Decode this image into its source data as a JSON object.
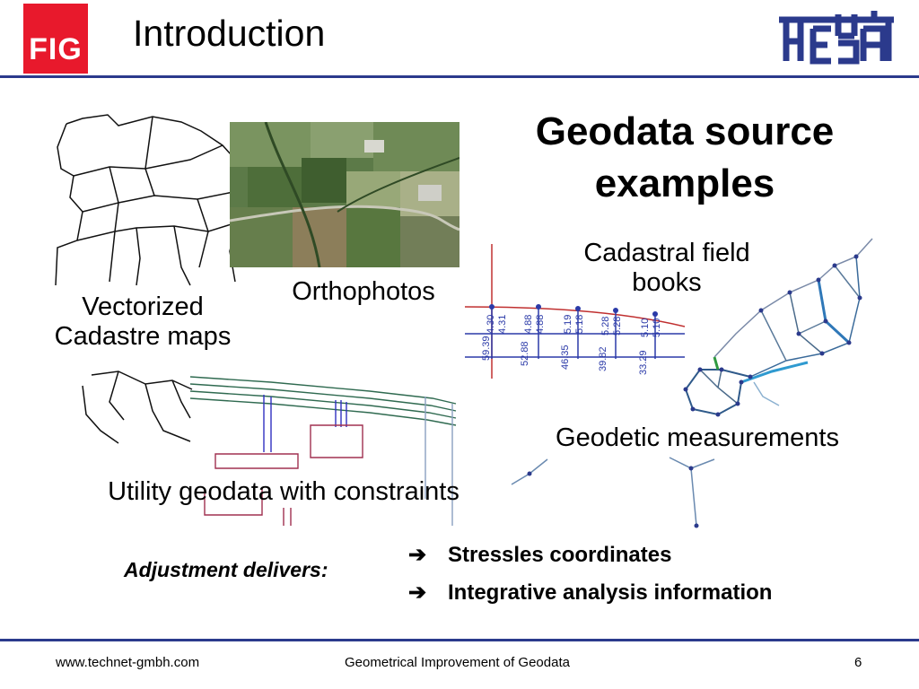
{
  "header": {
    "logo_left": "FIG",
    "title": "Introduction",
    "logo_right_name": "technet-logo"
  },
  "slide": {
    "heading": "Geodata source examples",
    "labels": {
      "cadastre": "Vectorized Cadastre maps",
      "orthophotos": "Orthophotos",
      "field_books": "Cadastral field books",
      "geodetic": "Geodetic measurements",
      "utility": "Utility geodata with constraints"
    },
    "field_book_values": {
      "top": [
        "4.30",
        "4.31",
        "4.88",
        "4.88",
        "5.19",
        "5.18",
        "5.28",
        "5.28",
        "5.10",
        "5.10"
      ],
      "bottom": [
        "59.39",
        "52.88",
        "46.35",
        "39.82",
        "33.29"
      ]
    },
    "adjustment": {
      "label": "Adjustment delivers:",
      "bullets": [
        "Stressles coordinates",
        "Integrative analysis information"
      ],
      "arrow": "➔"
    }
  },
  "footer": {
    "url": "www.technet-gmbh.com",
    "title": "Geometrical Improvement of Geodata",
    "page": "6"
  },
  "colors": {
    "accent": "#2b3a8c",
    "fig_red": "#e8192c"
  }
}
